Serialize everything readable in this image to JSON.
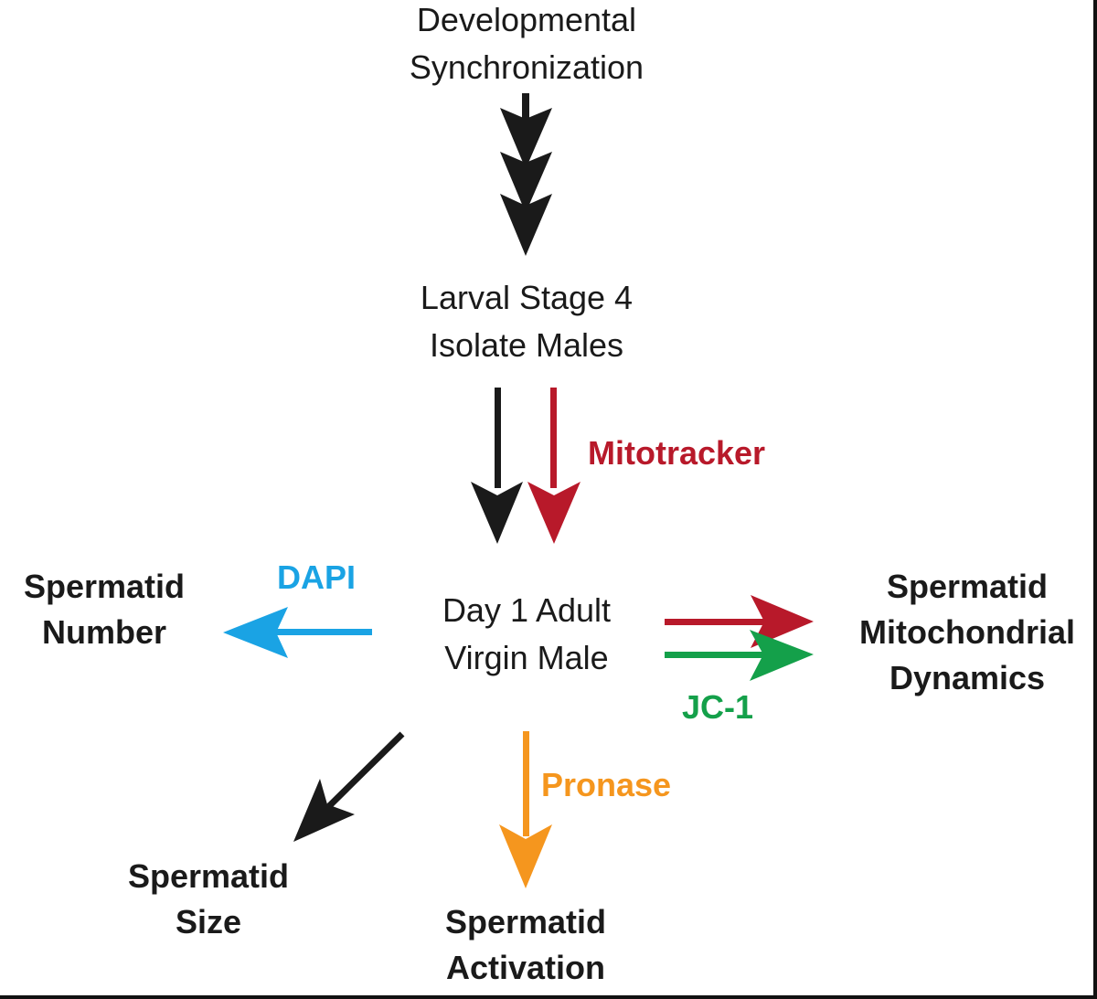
{
  "diagram": {
    "nodes": {
      "sync": {
        "lines": [
          "Developmental",
          "Synchronization"
        ]
      },
      "l4": {
        "lines": [
          "Larval Stage 4",
          "Isolate Males"
        ]
      },
      "adult": {
        "lines": [
          "Day 1 Adult",
          "Virgin Male"
        ]
      },
      "number": {
        "lines": [
          "Spermatid",
          "Number"
        ]
      },
      "mito": {
        "lines": [
          "Spermatid",
          "Mitochondrial",
          "Dynamics"
        ]
      },
      "size": {
        "lines": [
          "Spermatid",
          "Size"
        ]
      },
      "activation": {
        "lines": [
          "Spermatid",
          "Activation"
        ]
      }
    },
    "reagents": {
      "mitotracker": {
        "label": "Mitotracker",
        "color": "#b8192a"
      },
      "dapi": {
        "label": "DAPI",
        "color": "#1aa3e4"
      },
      "jc1": {
        "label": "JC-1",
        "color": "#14a04a"
      },
      "pronase": {
        "label": "Pronase",
        "color": "#f5961e"
      }
    },
    "edges": [
      {
        "from": "sync",
        "to": "l4",
        "style": "triple-arrow",
        "color": "#1a1a1a"
      },
      {
        "from": "l4",
        "to": "adult",
        "color": "#1a1a1a"
      },
      {
        "from": "l4",
        "to": "adult",
        "reagent": "mitotracker",
        "color": "#b8192a"
      },
      {
        "from": "adult",
        "to": "number",
        "reagent": "dapi",
        "color": "#1aa3e4"
      },
      {
        "from": "adult",
        "to": "mito",
        "reagent": "mitotracker",
        "color": "#b8192a"
      },
      {
        "from": "adult",
        "to": "mito",
        "reagent": "jc1",
        "color": "#14a04a"
      },
      {
        "from": "adult",
        "to": "size",
        "color": "#1a1a1a"
      },
      {
        "from": "adult",
        "to": "activation",
        "reagent": "pronase",
        "color": "#f5961e"
      }
    ]
  }
}
